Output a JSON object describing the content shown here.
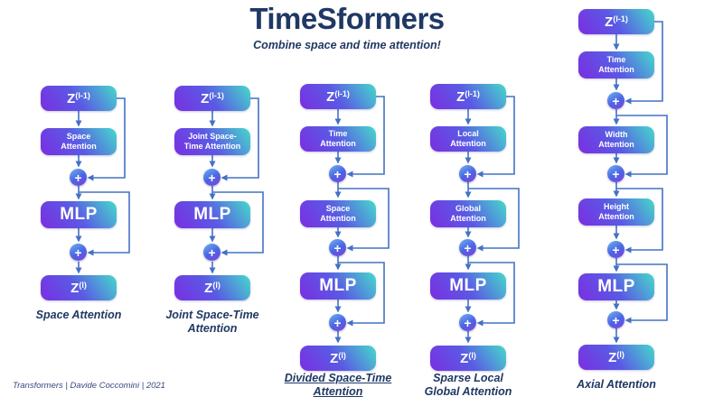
{
  "slide": {
    "title": "TimeSformers",
    "subtitle": "Combine space and time attention!",
    "footer": "Transformers | Davide Coccomini | 2021"
  },
  "symbols": {
    "plus": "+"
  },
  "colors": {
    "title_navy": "#1f3864",
    "arrow_blue": "#4472c4",
    "box_gradient_purple": "#7b2ee2",
    "box_gradient_blue": "#5a5ae4",
    "box_gradient_teal": "#45d9cb"
  },
  "columns": [
    {
      "caption": [
        "Space Attention"
      ],
      "z_in_base": "Z",
      "z_in_sup": "(l-1)",
      "attn1": [
        "Space",
        "Attention"
      ],
      "mlp": "MLP",
      "z_out_base": "Z",
      "z_out_sup": "(l)"
    },
    {
      "caption": [
        "Joint Space-Time",
        "Attention"
      ],
      "z_in_base": "Z",
      "z_in_sup": "(l-1)",
      "attn1": [
        "Joint Space-",
        "Time Attention"
      ],
      "mlp": "MLP",
      "z_out_base": "Z",
      "z_out_sup": "(l)"
    },
    {
      "caption": [
        "Divided Space-Time",
        "Attention"
      ],
      "z_in_base": "Z",
      "z_in_sup": "(l-1)",
      "attn1": [
        "Time",
        "Attention"
      ],
      "attn2": [
        "Space",
        "Attention"
      ],
      "mlp": "MLP",
      "z_out_base": "Z",
      "z_out_sup": "(l)"
    },
    {
      "caption": [
        "Sparse Local",
        "Global Attention"
      ],
      "z_in_base": "Z",
      "z_in_sup": "(l-1)",
      "attn1": [
        "Local",
        "Attention"
      ],
      "attn2": [
        "Global",
        "Attention"
      ],
      "mlp": "MLP",
      "z_out_base": "Z",
      "z_out_sup": "(l)"
    },
    {
      "caption": [
        "Axial Attention"
      ],
      "z_in_base": "Z",
      "z_in_sup": "(l-1)",
      "attn1": [
        "Time",
        "Attention"
      ],
      "attn2": [
        "Width",
        "Attention"
      ],
      "attn3": [
        "Height",
        "Attention"
      ],
      "mlp": "MLP",
      "z_out_base": "Z",
      "z_out_sup": "(l)"
    }
  ]
}
